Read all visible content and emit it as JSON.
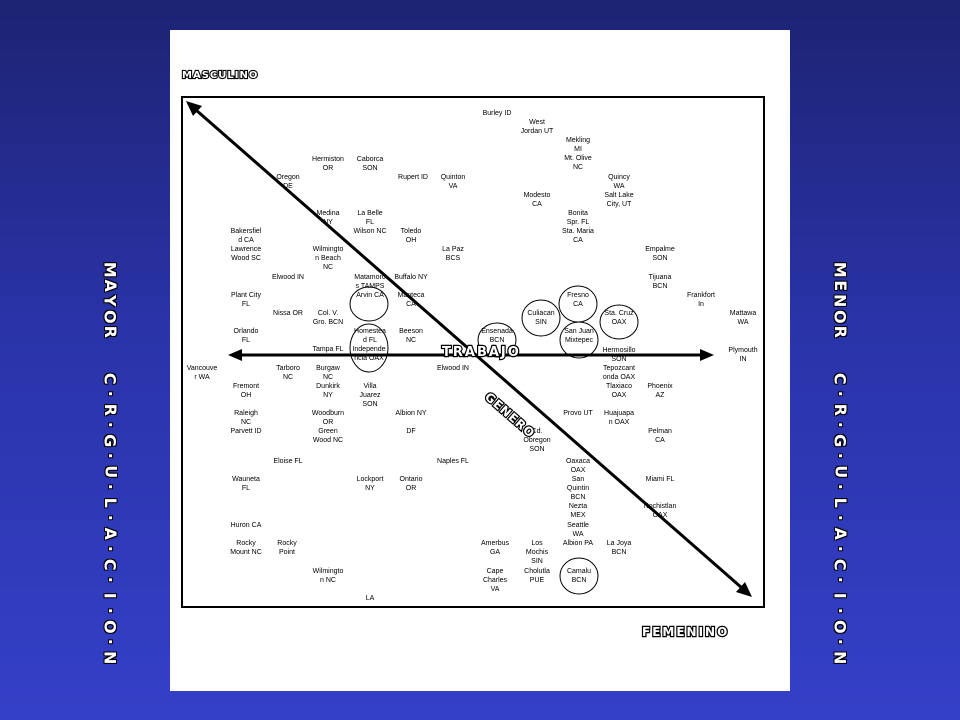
{
  "colors": {
    "background_top": "#1d2372",
    "background_bottom": "#3440c8",
    "card": "#ffffff",
    "ink": "#000000"
  },
  "labels": {
    "masculino": "MASCULINO",
    "femenino": "FEMENINO",
    "trabajo": "TRABAJO",
    "genero": "GENERO",
    "left_vertical": "MAYOR  C·R·G·U·L·A·C·I·O·N",
    "right_vertical": "MENOR  C·R·G·U·L·A·C·I·O·N"
  },
  "places": [
    {
      "t": "Burley ID"
    },
    {
      "t": "West\nJordan UT"
    },
    {
      "t": "Mekling\nMI"
    },
    {
      "t": "Mt. Olive\nNC"
    },
    {
      "t": "Hermiston\nOR"
    },
    {
      "t": "Caborca\nSON"
    },
    {
      "t": "Oregon\nDE"
    },
    {
      "t": "Rupert ID"
    },
    {
      "t": "Quinton\nVA"
    },
    {
      "t": "Quincy\nWA"
    },
    {
      "t": "Salt Lake\nCity, UT"
    },
    {
      "t": "Modesto\nCA"
    },
    {
      "t": "Medina\nNY"
    },
    {
      "t": "La Belle\nFL"
    },
    {
      "t": "Wilson NC"
    },
    {
      "t": "Toledo\nOH"
    },
    {
      "t": "Bonita\nSpr. FL"
    },
    {
      "t": "Sta. Maria\nCA"
    },
    {
      "t": "Bakersfiel\nd CA"
    },
    {
      "t": "Lawrence\nWood SC"
    },
    {
      "t": "Wilmingto\nn Beach\nNC"
    },
    {
      "t": "La Paz\nBCS"
    },
    {
      "t": "Empalme\nSON"
    },
    {
      "t": "Tijuana\nBCN"
    },
    {
      "t": "Elwood IN"
    },
    {
      "t": "Matamoro\ns TAMPS"
    },
    {
      "t": "Buffalo NY"
    },
    {
      "t": "Plant City\nFL"
    },
    {
      "t": "Arvin CA"
    },
    {
      "t": "Manteca\nCA"
    },
    {
      "t": "Frankfort\nIn"
    },
    {
      "t": "Fresno\nCA"
    },
    {
      "t": "Mattawa\nWA"
    },
    {
      "t": "Nissa OR"
    },
    {
      "t": "Col. V.\nGro. BCN"
    },
    {
      "t": "Culiacan\nSIN"
    },
    {
      "t": "Sta. Cruz\nOAX"
    },
    {
      "t": "Orlando\nFL"
    },
    {
      "t": "Homestea\nd FL"
    },
    {
      "t": "Beeson\nNC"
    },
    {
      "t": "Ensenada\nBCN"
    },
    {
      "t": "San Juan\nMixtepec"
    },
    {
      "t": "Tampa FL"
    },
    {
      "t": "Independe\nncia OAX"
    },
    {
      "t": "Hermosillo\nSON"
    },
    {
      "t": "Plymouth\nIN"
    },
    {
      "t": "Vancouve\nr WA"
    },
    {
      "t": "Tarboro\nNC"
    },
    {
      "t": "Burgaw\nNC"
    },
    {
      "t": "Elwood IN"
    },
    {
      "t": "Tepozcant\nonda OAX"
    },
    {
      "t": "Tlaxiaco\nOAX"
    },
    {
      "t": "Phoenix\nAZ"
    },
    {
      "t": "Fremont\nOH"
    },
    {
      "t": "Dunkirk\nNY"
    },
    {
      "t": "Villa\nJuarez\nSON"
    },
    {
      "t": "Raleigh\nNC"
    },
    {
      "t": "Woodburn\nOR"
    },
    {
      "t": "Albion NY"
    },
    {
      "t": "Provo UT"
    },
    {
      "t": "Huajuapa\nn OAX"
    },
    {
      "t": "Parvett ID"
    },
    {
      "t": "Green\nWood NC"
    },
    {
      "t": "DF"
    },
    {
      "t": "Cd.\nObregon\nSON"
    },
    {
      "t": "Pelman\nCA"
    },
    {
      "t": "Eloise FL"
    },
    {
      "t": "Naples FL"
    },
    {
      "t": "Oaxaca\nOAX"
    },
    {
      "t": "Wauneta\nFL"
    },
    {
      "t": "Lockport\nNY"
    },
    {
      "t": "Ontario\nOR"
    },
    {
      "t": "San\nQuintin\nBCN"
    },
    {
      "t": "Miami FL"
    },
    {
      "t": "Nezta\nMEX"
    },
    {
      "t": "Nochistlan\nOAX"
    },
    {
      "t": "Huron CA"
    },
    {
      "t": "Seattle\nWA"
    },
    {
      "t": "Rocky\nMount NC"
    },
    {
      "t": "Rocky\nPoint"
    },
    {
      "t": "Amerbus\nGA"
    },
    {
      "t": "Los\nMochis\nSIN"
    },
    {
      "t": "Albion PA"
    },
    {
      "t": "La Joya\nBCN"
    },
    {
      "t": "Wilmingto\nn NC"
    },
    {
      "t": "Cape\nCharles\nVA"
    },
    {
      "t": "Cholutla\nPUE"
    },
    {
      "t": "Camalu\nBCN"
    },
    {
      "t": "LA"
    }
  ]
}
